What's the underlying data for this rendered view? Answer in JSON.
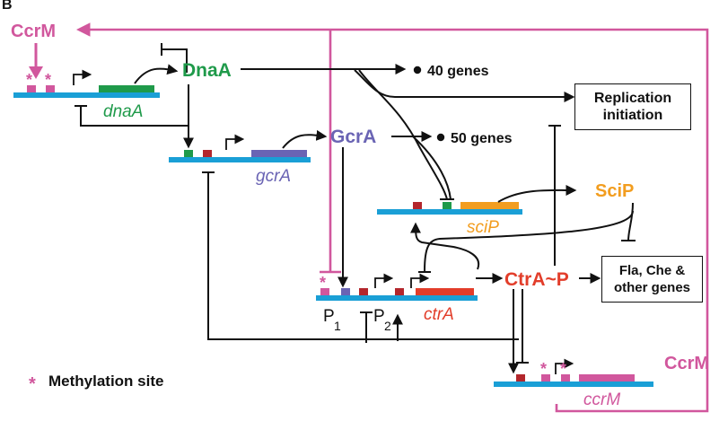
{
  "corner_letter": "B",
  "proteins": {
    "ccrm_top": "CcrM",
    "dnaa": "DnaA",
    "gcra": "GcrA",
    "scip": "SciP",
    "ctra": "CtrA~P",
    "ccrm_bottom": "CcrM"
  },
  "genes": {
    "dnaa": "dnaA",
    "gcra": "gcrA",
    "scip": "sciP",
    "ctra": "ctrA",
    "ccrm": "ccrM"
  },
  "targets": {
    "dnaa_genes": "40 genes",
    "gcra_genes": "50 genes"
  },
  "boxes": {
    "replication_line1": "Replication",
    "replication_line2": "initiation",
    "fla_line1": "Fla, Che &",
    "fla_line2": "other genes"
  },
  "promoters": {
    "p1": "P",
    "p1_sub": "1",
    "p2": "P",
    "p2_sub": "2"
  },
  "legend": {
    "star": "*",
    "text": "Methylation site"
  },
  "colors": {
    "dna": "#1a9fd6",
    "green": "#1f9a4a",
    "purple": "#6a64b4",
    "orange": "#f29d1f",
    "red": "#e23d2a",
    "magenta": "#d1579d",
    "dark_red": "#b3262c",
    "black": "#111111"
  }
}
